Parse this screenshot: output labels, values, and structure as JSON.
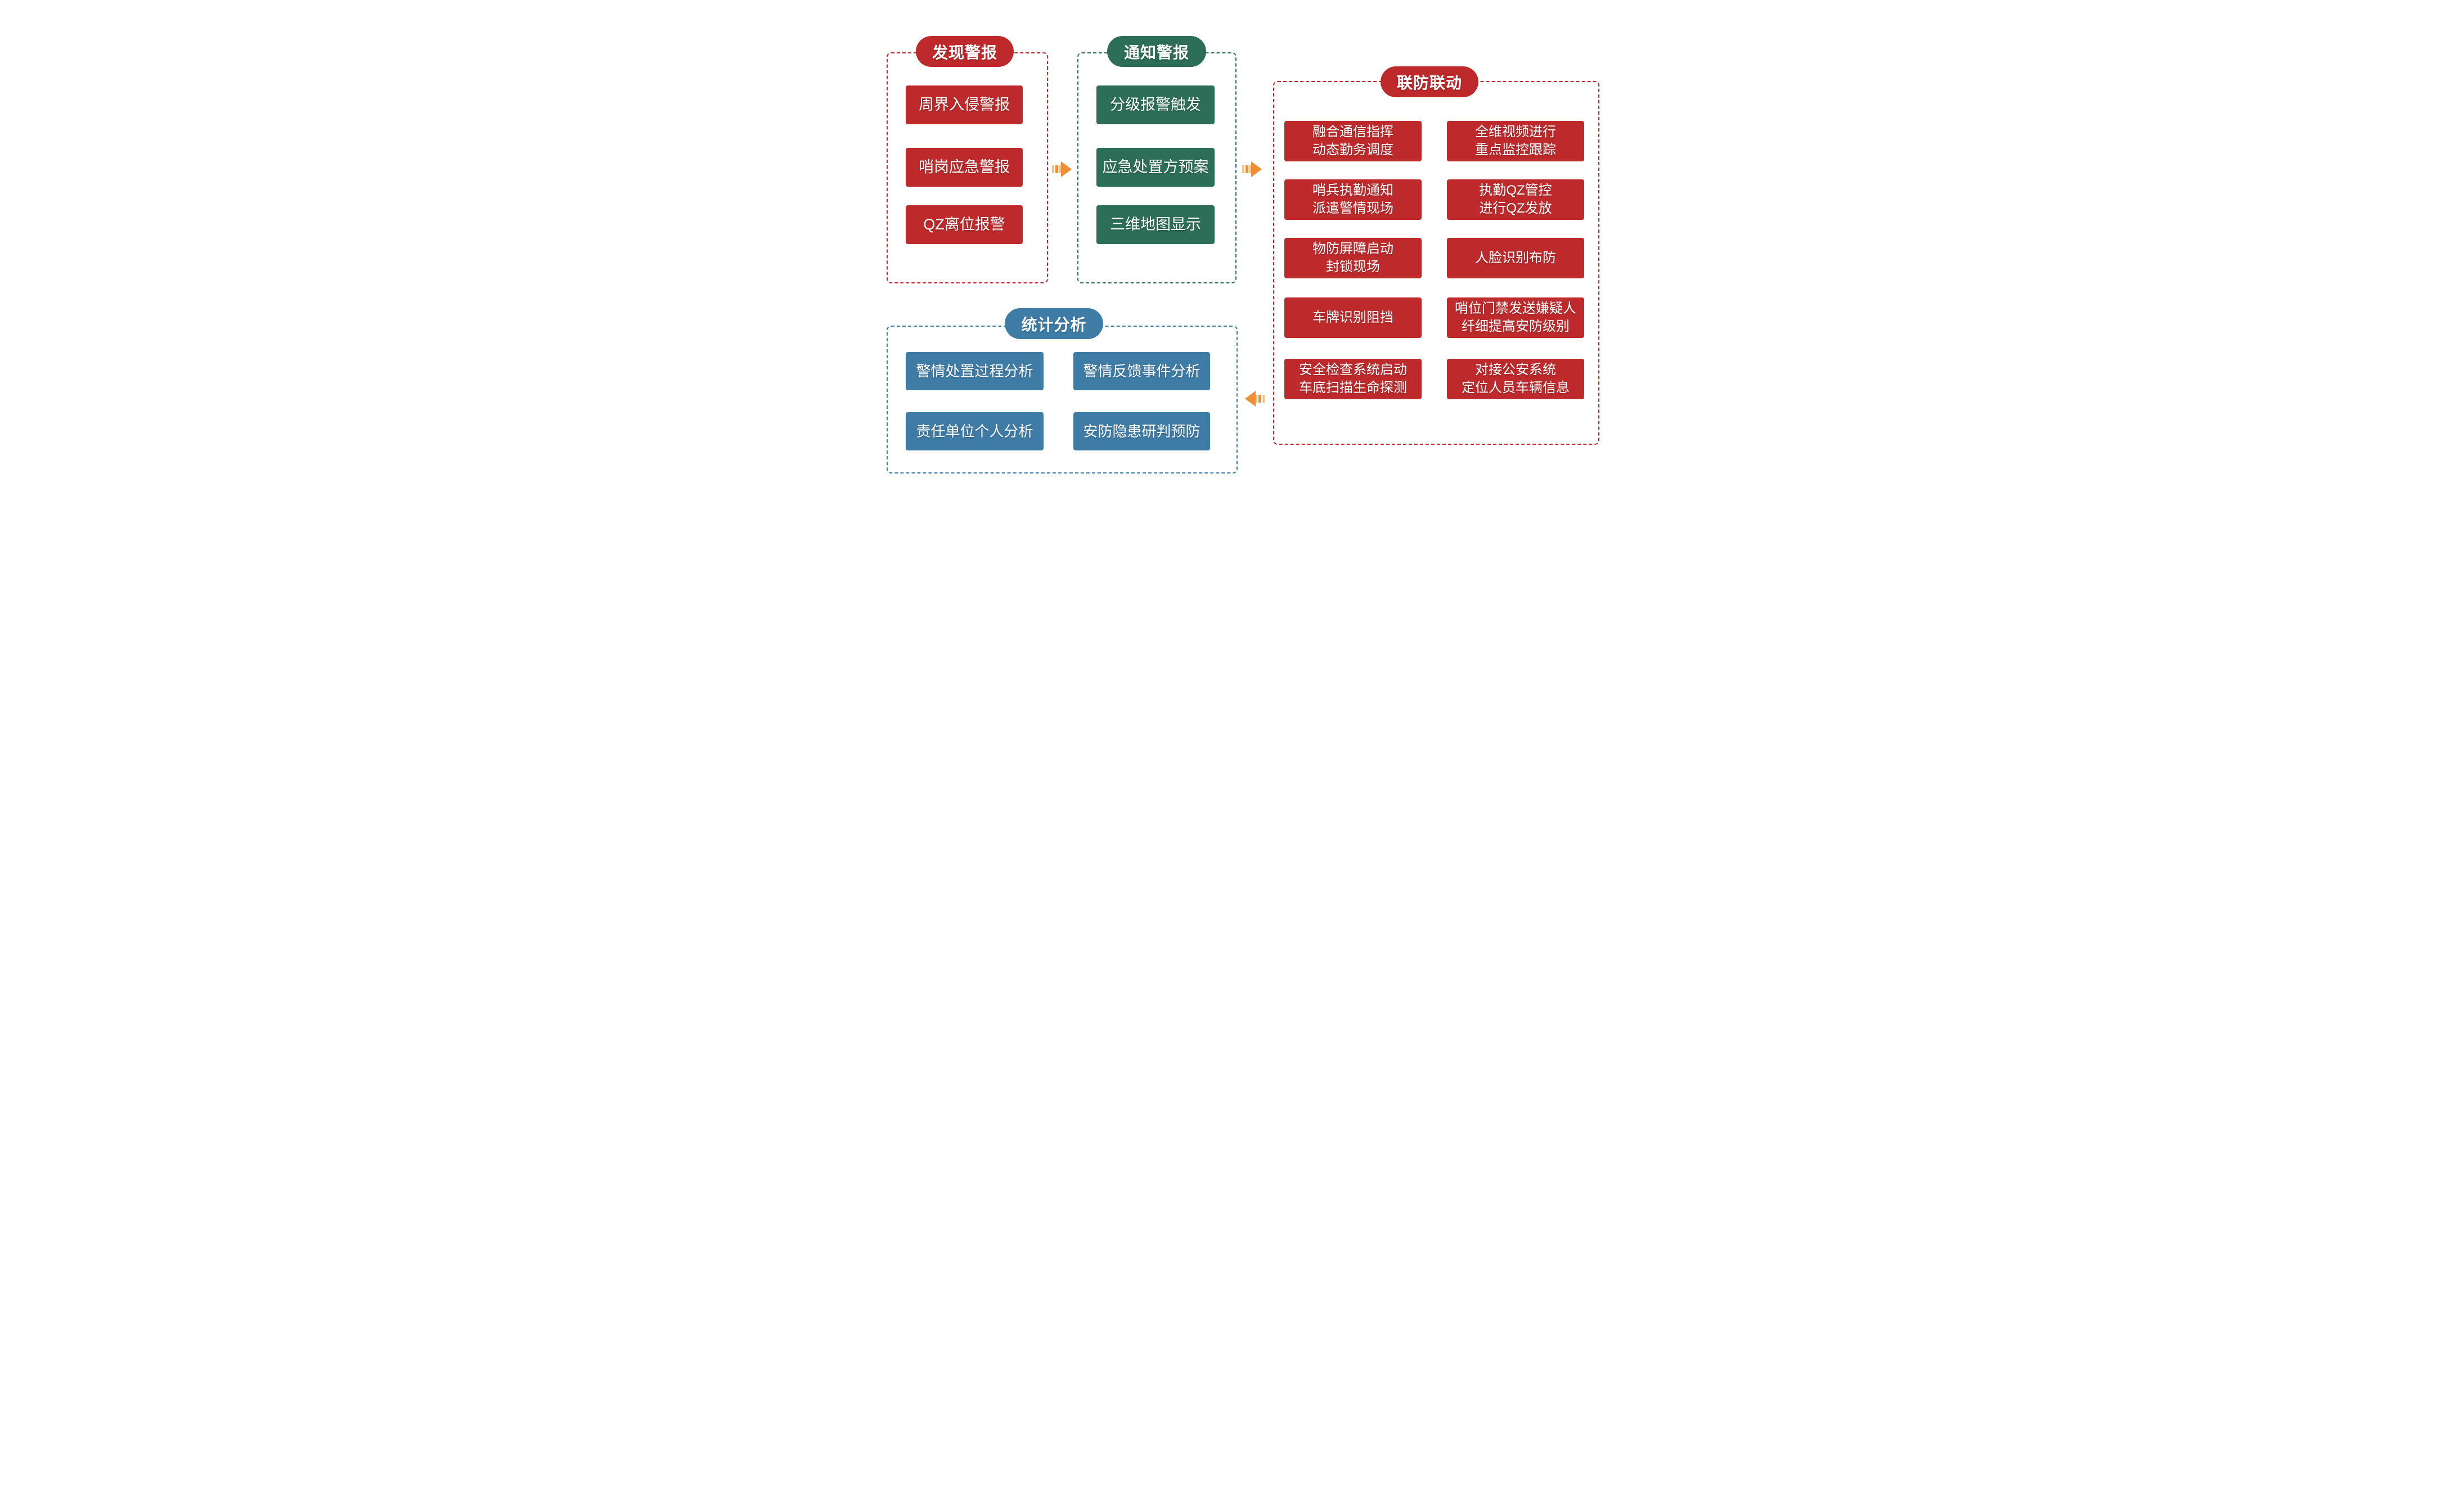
{
  "diagram": {
    "colors": {
      "red": "#BE2A2C",
      "green": "#2C6E57",
      "blue": "#3E7CA6",
      "arrow_orange": "#EE8E35",
      "arrow_orange_light": "#F7BE83"
    },
    "groups": [
      {
        "title": "发现警报",
        "color": "red",
        "items": [
          "周界入侵警报",
          "哨岗应急警报",
          "QZ离位报警"
        ]
      },
      {
        "title": "通知警报",
        "color": "green",
        "items": [
          "分级报警触发",
          "应急处置方预案",
          "三维地图显示"
        ]
      },
      {
        "title": "联防联动",
        "color": "red",
        "items": [
          "融合通信指挥\n动态勤务调度",
          "全维视频进行\n重点监控跟踪",
          "哨兵执勤通知\n派遣警情现场",
          "执勤QZ管控\n进行QZ发放",
          "物防屏障启动\n封锁现场",
          "人脸识别布防",
          "车牌识别阻挡",
          "哨位门禁发送嫌疑人\n纤细提高安防级别",
          "安全检查系统启动\n车底扫描生命探测",
          "对接公安系统\n定位人员车辆信息"
        ]
      },
      {
        "title": "统计分析",
        "color": "blue",
        "items": [
          "警情处置过程分析",
          "警情反馈事件分析",
          "责任单位个人分析",
          "安防隐患研判预防"
        ]
      }
    ],
    "arrows": [
      {
        "name": "discover-to-notify",
        "direction": "right"
      },
      {
        "name": "notify-to-linkage",
        "direction": "right"
      },
      {
        "name": "linkage-to-stats",
        "direction": "left"
      }
    ]
  }
}
